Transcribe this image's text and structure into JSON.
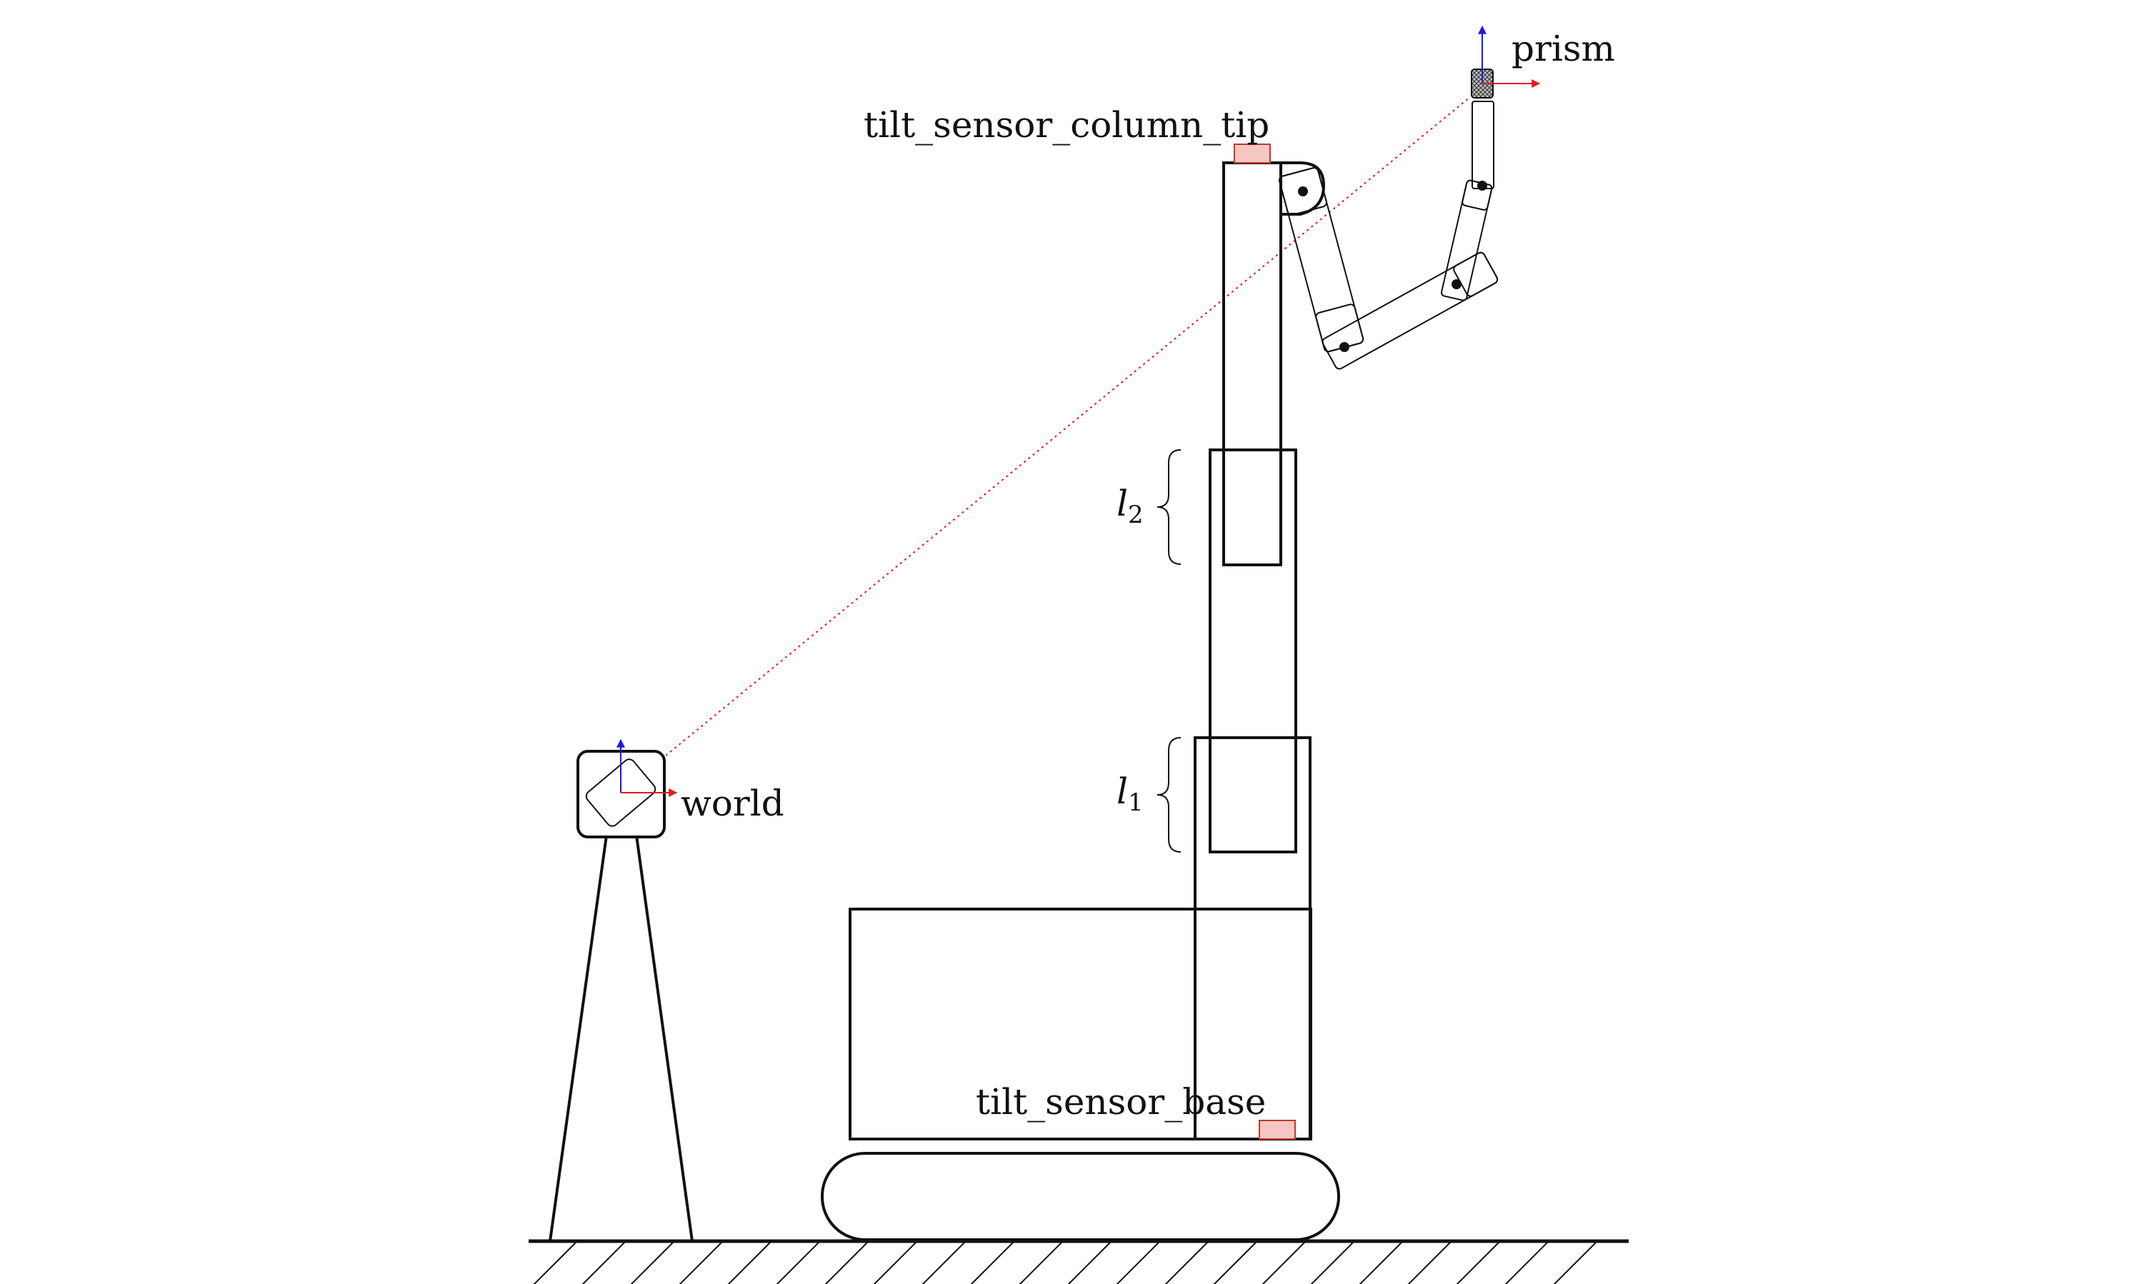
{
  "labels": {
    "prism": "prism",
    "tilt_sensor_column_tip": "tilt_sensor_column_tip",
    "tilt_sensor_base": "tilt_sensor_base",
    "world": "world",
    "l1_symbol": "l",
    "l1_subscript": "1",
    "l2_symbol": "l",
    "l2_subscript": "2"
  },
  "colors": {
    "line": "#111111",
    "x_axis": "#e31a1c",
    "z_axis": "#1a1ae3",
    "sensor_fill": "#f6c6c3",
    "sensor_stroke": "#c0392b",
    "sightline": "#e31a1c"
  }
}
